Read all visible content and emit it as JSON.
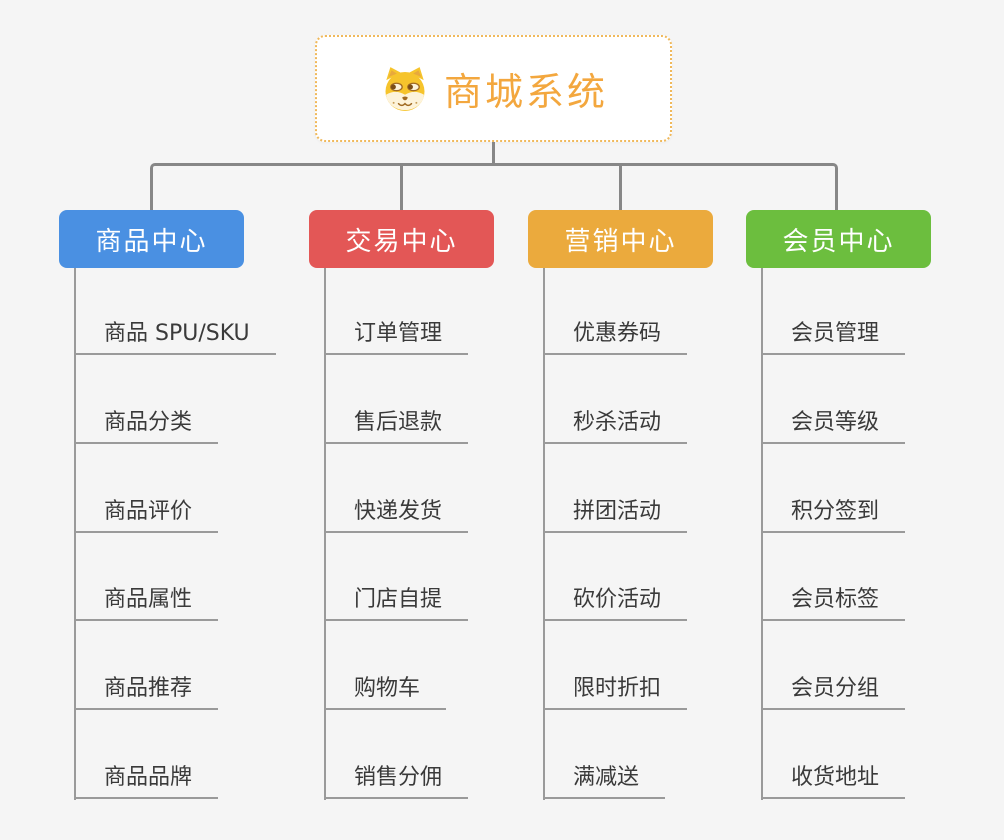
{
  "root": {
    "title": "商城系统",
    "icon": "dog-face-icon",
    "text_color": "#f3a73e",
    "border_color": "#f0b95c",
    "bg": "#ffffff"
  },
  "branches": [
    {
      "name": "product-center",
      "label": "商品中心",
      "color": "#4a90e2",
      "children": [
        "商品 SPU/SKU",
        "商品分类",
        "商品评价",
        "商品属性",
        "商品推荐",
        "商品品牌"
      ]
    },
    {
      "name": "trade-center",
      "label": "交易中心",
      "color": "#e35756",
      "children": [
        "订单管理",
        "售后退款",
        "快递发货",
        "门店自提",
        "购物车",
        "销售分佣"
      ]
    },
    {
      "name": "marketing-center",
      "label": "营销中心",
      "color": "#ebaa3d",
      "children": [
        "优惠券码",
        "秒杀活动",
        "拼团活动",
        "砍价活动",
        "限时折扣",
        "满减送"
      ]
    },
    {
      "name": "member-center",
      "label": "会员中心",
      "color": "#6cbe3e",
      "children": [
        "会员管理",
        "会员等级",
        "积分签到",
        "会员标签",
        "会员分组",
        "收货地址"
      ]
    }
  ],
  "style": {
    "background": "#f5f5f5",
    "connector_color": "#878787",
    "leaf_line_color": "#9a9a9a",
    "leaf_text_color": "#3a3a3a"
  }
}
